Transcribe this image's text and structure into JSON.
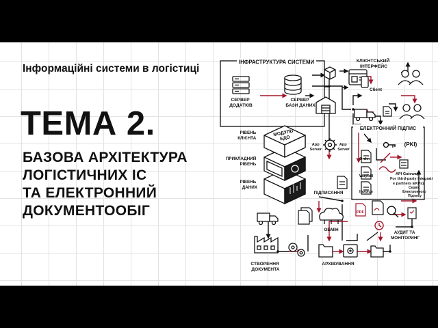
{
  "header": {
    "subtitle": "Інформаційні системи в логістиці"
  },
  "title": {
    "topic": "ТЕМА 2.",
    "lines": [
      "БАЗОВА АРХІТЕКТУРА",
      "ЛОГІСТИЧНИХ ІС",
      "ТА ЕЛЕКТРОННИЙ",
      "ДОКУМЕНТООБІГ"
    ]
  },
  "diagram": {
    "infrastructure": "ІНФРАСТРУКТУРА СИСТЕМИ",
    "client_interfaces": [
      "КЛІЄНТСЬКИЙ",
      "ІНТЕРФЕЙС"
    ],
    "app_server": [
      "СЕРВЕР",
      "ДОДАТКІВ"
    ],
    "db_server": [
      "СЕРВЕР",
      "БАЗИ ДАНИХ"
    ],
    "client": "Client",
    "layers": {
      "client": [
        "РІВЕНЬ",
        "КЛІЄНТА"
      ],
      "applied": [
        "ПРИКЛАДНИЙ",
        "РІВЕНЬ"
      ],
      "data": [
        "РІВЕНЬ",
        "ДАНИХ"
      ]
    },
    "edo_module": [
      "МОДУЛЬ",
      "ЕДО"
    ],
    "app_server_label": [
      "App",
      "Server"
    ],
    "e_signature": "ЕЛЕКТРОННИЙ ПІДПИС",
    "pki": "(PKI)",
    "docs": {
      "order": "Order",
      "waybill": "Waybill",
      "invoice": "Invoice",
      "pdf": "PDF"
    },
    "api_gateway": [
      "API Gateway",
      "For third-party integrati",
      "e partners EKPs)"
    ],
    "e_sign_service": [
      "Сервіс",
      "Електронного",
      "Підпису"
    ],
    "signing": "ПІДПИСАННЯ",
    "exchange": "ОБМІН",
    "audit": [
      "АУДИТ ТА",
      "МОНІТОРИНГ"
    ],
    "creation": [
      "СТВОРЕННЯ",
      "ДОКУМЕНТА"
    ],
    "archiving": "АРХІВУВАННЯ",
    "colors": {
      "ink": "#111111",
      "accent": "#a3162b",
      "grid": "#e3e3e3"
    }
  }
}
